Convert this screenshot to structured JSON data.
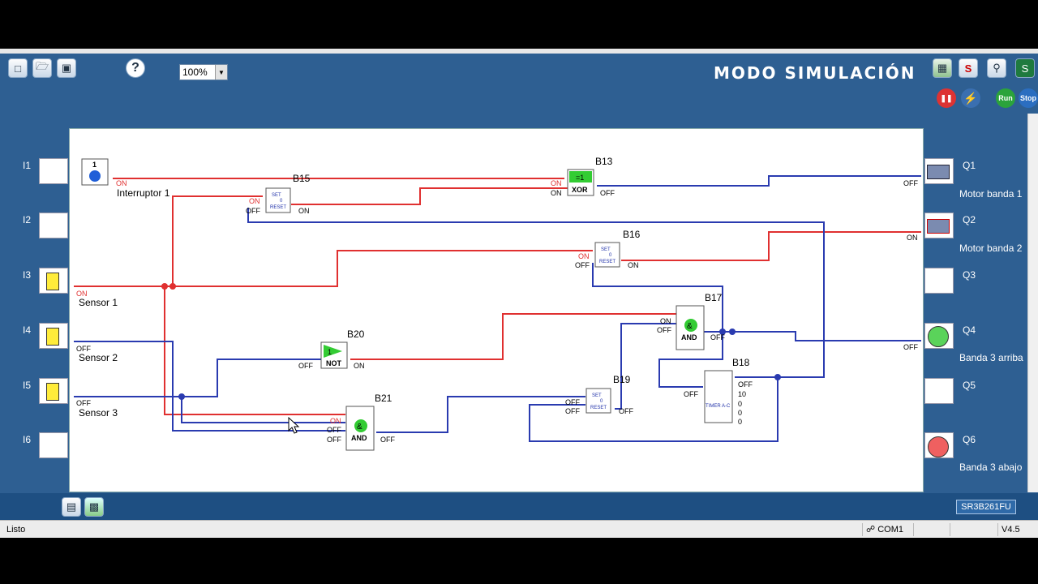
{
  "toolbar": {
    "zoom_value": "100%",
    "mode_title": "MODO SIMULACIÓN",
    "run_label": "Run",
    "stop_label": "Stop",
    "help_label": "?"
  },
  "inputs": [
    {
      "id": "I1"
    },
    {
      "id": "I2"
    },
    {
      "id": "I3"
    },
    {
      "id": "I4"
    },
    {
      "id": "I5"
    },
    {
      "id": "I6"
    }
  ],
  "outputs": [
    {
      "id": "Q1",
      "name": "Motor banda 1"
    },
    {
      "id": "Q2",
      "name": "Motor banda 2"
    },
    {
      "id": "Q3",
      "name": ""
    },
    {
      "id": "Q4",
      "name": "Banda 3 arriba"
    },
    {
      "id": "Q5",
      "name": ""
    },
    {
      "id": "Q6",
      "name": "Banda 3 abajo"
    }
  ],
  "diagram": {
    "input_names": {
      "i1": "Interruptor 1",
      "i3": "Sensor 1",
      "i4": "Sensor 2",
      "i5": "Sensor 3"
    },
    "blocks": {
      "b13": {
        "id": "B13",
        "type": "XOR",
        "symbol": "=1"
      },
      "b15": {
        "id": "B15"
      },
      "b16": {
        "id": "B16"
      },
      "b17": {
        "id": "B17",
        "type": "AND",
        "symbol": "&"
      },
      "b18": {
        "id": "B18",
        "values": [
          "OFF",
          "10",
          "0",
          "0",
          "0"
        ]
      },
      "b19": {
        "id": "B19"
      },
      "b20": {
        "id": "B20",
        "type": "NOT",
        "symbol": "1"
      },
      "b21": {
        "id": "B21",
        "type": "AND",
        "symbol": "&"
      }
    },
    "rs_labels": {
      "set": "SET",
      "zero": "0",
      "reset": "RESET"
    },
    "timer_label": "TIMER A-C",
    "i1_state_digit": "1",
    "state_on": "ON",
    "state_off": "OFF"
  },
  "statusbar": {
    "status": "Listo",
    "port": "COM1",
    "version": "V4.5"
  },
  "device_id": "SR3B261FU",
  "colors": {
    "active_wire": "#e03030",
    "inactive_wire": "#2a3bb0",
    "background": "#2e5f92"
  }
}
